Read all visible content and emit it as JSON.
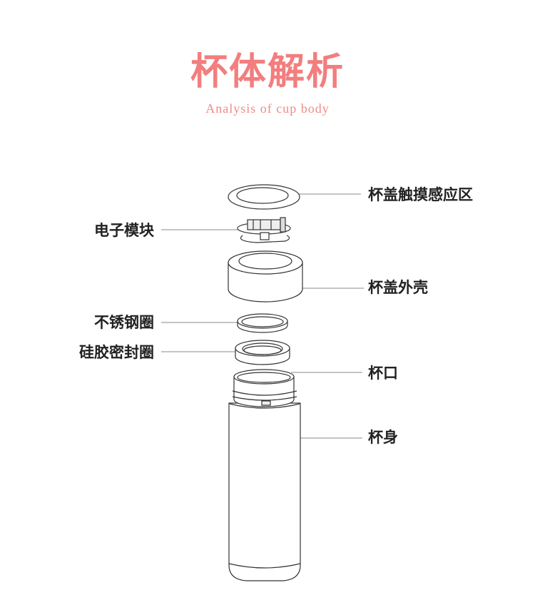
{
  "header": {
    "title": "杯体解析",
    "subtitle": "Analysis of cup body"
  },
  "parts": {
    "touch_area": "杯盖触摸感应区",
    "electronic_module": "电子模块",
    "lid_shell": "杯盖外壳",
    "steel_ring": "不锈钢圈",
    "silicone_seal": "硅胶密封圈",
    "cup_mouth": "杯口",
    "cup_body": "杯身"
  },
  "colors": {
    "accent": "#f27e7e",
    "text": "#222222",
    "line": "#888888"
  }
}
